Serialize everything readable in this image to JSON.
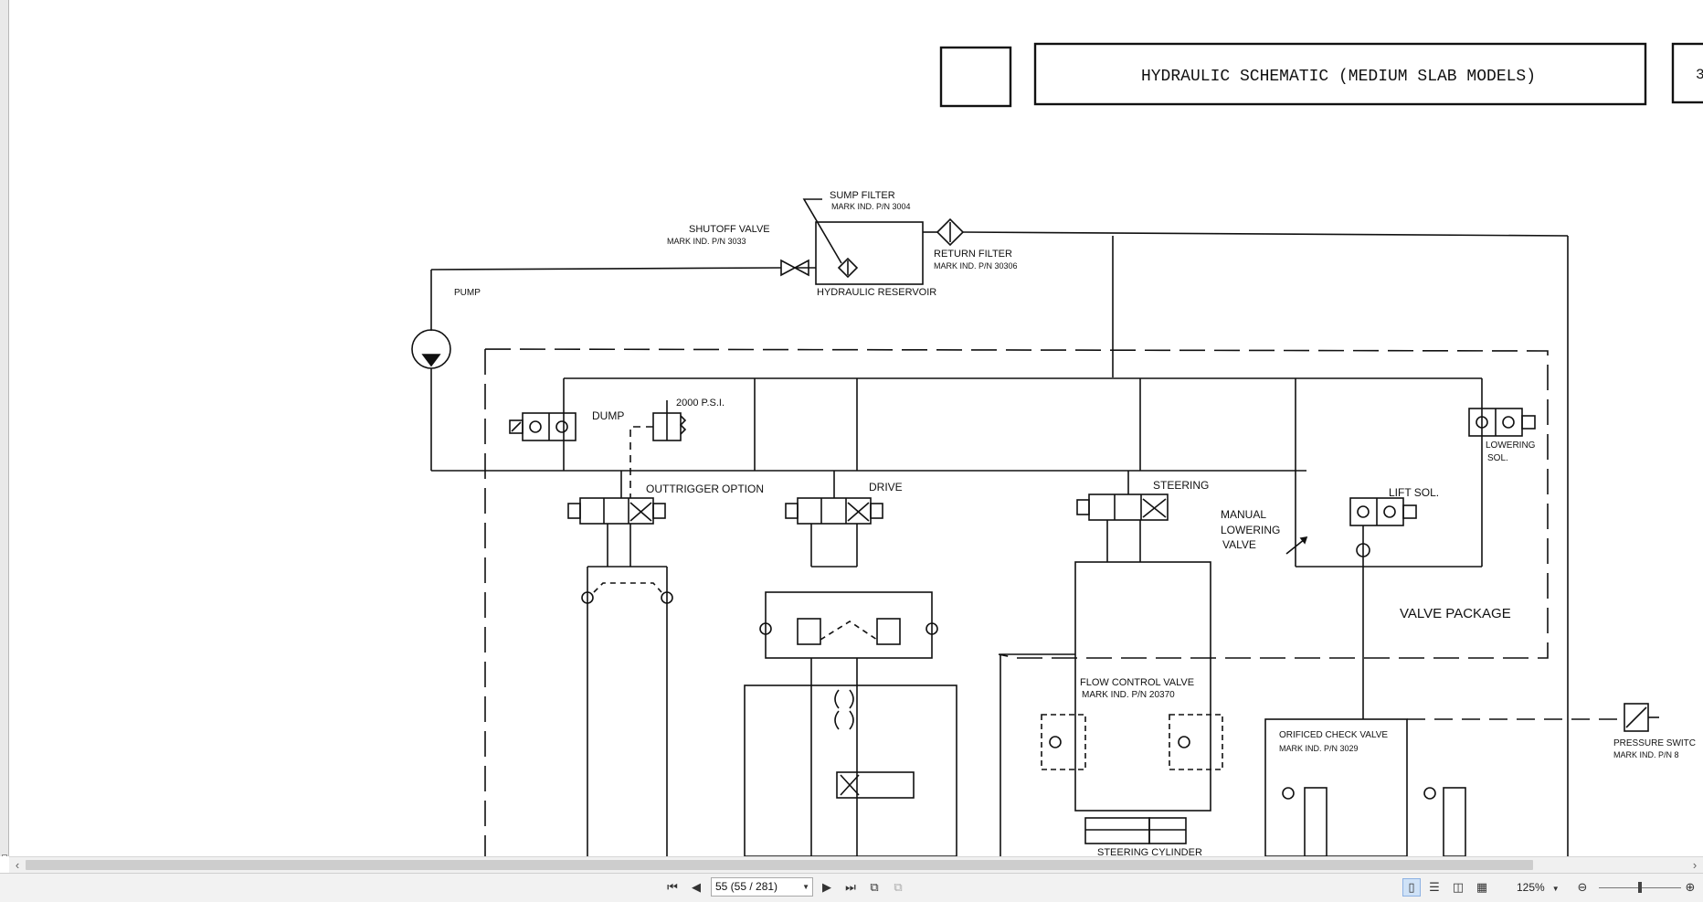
{
  "document": {
    "title": "HYDRAULIC SCHEMATIC (MEDIUM SLAB MODELS)",
    "labels": {
      "sump_filter": "SUMP FILTER",
      "sump_filter_pn": "MARK IND. P/N 3004",
      "shutoff_valve": "SHUTOFF VALVE",
      "shutoff_valve_pn": "MARK IND. P/N 3033",
      "return_filter": "RETURN FILTER",
      "return_filter_pn": "MARK IND. P/N 30306",
      "hydraulic_reservoir": "HYDRAULIC RESERVOIR",
      "pump": "PUMP",
      "dump": "DUMP",
      "psi": "2000 P.S.I.",
      "outtrigger": "OUTTRIGGER",
      "option": "OPTION",
      "drive": "DRIVE",
      "steering": "STEERING",
      "lowering_sol_1": "LOWERING",
      "lowering_sol_2": "SOL.",
      "lift_sol": "LIFT SOL.",
      "manual_1": "MANUAL",
      "manual_2": "LOWERING",
      "manual_3": "VALVE",
      "valve_package": "VALVE PACKAGE",
      "flow_control": "FLOW CONTROL VALVE",
      "flow_control_pn": "MARK IND. P/N 20370",
      "orificed_check": "ORIFICED CHECK VALVE",
      "orificed_check_pn": "MARK IND. P/N 3029",
      "pressure_switch": "PRESSURE SWITC",
      "pressure_switch_pn": "MARK IND. P/N 8",
      "steering_cylinder": "STEERING CYLINDER",
      "right_clip": "3"
    }
  },
  "toolbar": {
    "page_field": "55 (55 / 281)",
    "zoom": "125%"
  },
  "icons": [
    "first-page-icon",
    "prev-page-icon",
    "next-page-icon",
    "last-page-icon",
    "prev-view-icon",
    "next-view-icon",
    "single-page-icon",
    "continuous-icon",
    "facing-icon",
    "continuous-facing-icon",
    "zoom-out-icon",
    "zoom-in-icon"
  ]
}
